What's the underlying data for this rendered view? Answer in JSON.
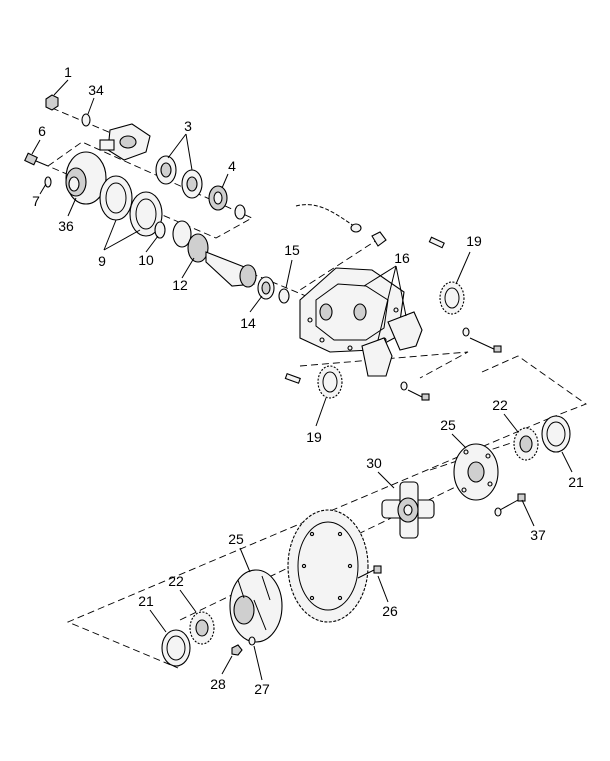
{
  "diagram": {
    "callouts": [
      {
        "id": "c1",
        "label": "1"
      },
      {
        "id": "c34",
        "label": "34"
      },
      {
        "id": "c6",
        "label": "6"
      },
      {
        "id": "c7",
        "label": "7"
      },
      {
        "id": "c36",
        "label": "36"
      },
      {
        "id": "c3",
        "label": "3"
      },
      {
        "id": "c4",
        "label": "4"
      },
      {
        "id": "c9",
        "label": "9"
      },
      {
        "id": "c10",
        "label": "10"
      },
      {
        "id": "c12",
        "label": "12"
      },
      {
        "id": "c14",
        "label": "14"
      },
      {
        "id": "c15",
        "label": "15"
      },
      {
        "id": "c16",
        "label": "16"
      },
      {
        "id": "c19a",
        "label": "19"
      },
      {
        "id": "c19b",
        "label": "19"
      },
      {
        "id": "c22a",
        "label": "22"
      },
      {
        "id": "c21a",
        "label": "21"
      },
      {
        "id": "c25a",
        "label": "25"
      },
      {
        "id": "c30",
        "label": "30"
      },
      {
        "id": "c37",
        "label": "37"
      },
      {
        "id": "c25b",
        "label": "25"
      },
      {
        "id": "c22b",
        "label": "22"
      },
      {
        "id": "c21b",
        "label": "21"
      },
      {
        "id": "c26",
        "label": "26"
      },
      {
        "id": "c28",
        "label": "28"
      },
      {
        "id": "c27",
        "label": "27"
      }
    ]
  }
}
